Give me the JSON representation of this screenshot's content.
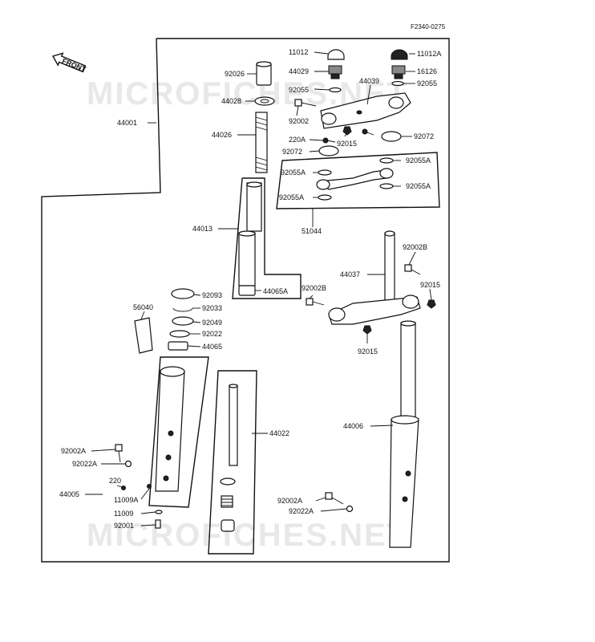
{
  "reference": "F2340-0275",
  "watermark": "MICROFICHES.NET",
  "front_label": "FRONT",
  "labels": {
    "p11012": "11012",
    "p11012A": "11012A",
    "p44029": "44029",
    "p16126": "16126",
    "p92026": "92026",
    "p44039": "44039",
    "p92055a": "92055",
    "p92055b": "92055",
    "p44028": "44028",
    "p92002": "92002",
    "p92072a": "92072",
    "p44001": "44001",
    "p44026": "44026",
    "p220A": "220A",
    "p92015a": "92015",
    "p92072b": "92072",
    "p92055A1": "92055A",
    "p92055A2": "92055A",
    "p92055A3": "92055A",
    "p92055A4": "92055A",
    "p44013": "44013",
    "p51044": "51044",
    "p92002B": "92002B",
    "p44037": "44037",
    "p92015b": "92015",
    "p92002B2": "92002B",
    "p44065A": "44065A",
    "p92093": "92093",
    "p92033": "92033",
    "p56040": "56040",
    "p92049": "92049",
    "p92022": "92022",
    "p44065": "44065",
    "p92015c": "92015",
    "p44022": "44022",
    "p44006": "44006",
    "p92002A1": "92002A",
    "p92022A1": "92022A",
    "p220": "220",
    "p44005": "44005",
    "p11009A": "11009A",
    "p11009": "11009",
    "p92001": "92001",
    "p92002A2": "92002A",
    "p92022A2": "92022A"
  }
}
